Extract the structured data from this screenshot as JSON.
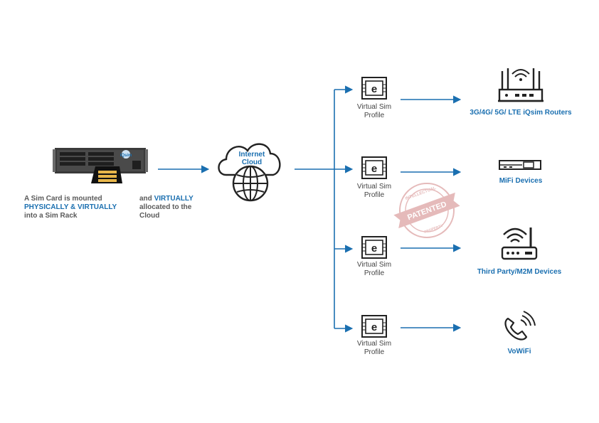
{
  "source": {
    "line1": "A Sim Card is mounted",
    "line2": "PHYSICALLY & VIRTUALLY",
    "line3": "into a Sim Rack",
    "rack_brand": "iQsim",
    "rack_brand_icon": "iqsim-logo-icon"
  },
  "allocation": {
    "prefix": "and ",
    "highlight": "VIRTUALLY",
    "line2": "allocated to the",
    "line3": "Cloud"
  },
  "cloud": {
    "line1": "Internet",
    "line2": "Cloud",
    "icon": "cloud-globe-icon"
  },
  "profiles": [
    {
      "line1": "Virtual Sim",
      "line2": "Profile",
      "icon": "sim-e-icon"
    },
    {
      "line1": "Virtual Sim",
      "line2": "Profile",
      "icon": "sim-e-icon"
    },
    {
      "line1": "Virtual Sim",
      "line2": "Profile",
      "icon": "sim-e-icon"
    },
    {
      "line1": "Virtual Sim",
      "line2": "Profile",
      "icon": "sim-e-icon"
    }
  ],
  "devices": [
    {
      "label": "3G/4G/ 5G/ LTE iQsim Routers",
      "icon": "router-icon"
    },
    {
      "label": "MiFi Devices",
      "icon": "mifi-icon"
    },
    {
      "label": "Third Party/M2M Devices",
      "icon": "wifi-router-icon"
    },
    {
      "label": "VoWiFi",
      "icon": "phone-call-icon"
    }
  ],
  "stamp": {
    "top": "INTELLECTUAL",
    "center": "PATENTED",
    "bottom": "PROPERTY",
    "icon": "patented-stamp-icon"
  },
  "colors": {
    "blue": "#1a6fb0",
    "gray_text": "#5a5a5a",
    "dark": "#2b2b2b",
    "stamp": "#e3b3b3",
    "gold": "#e8b64a"
  }
}
